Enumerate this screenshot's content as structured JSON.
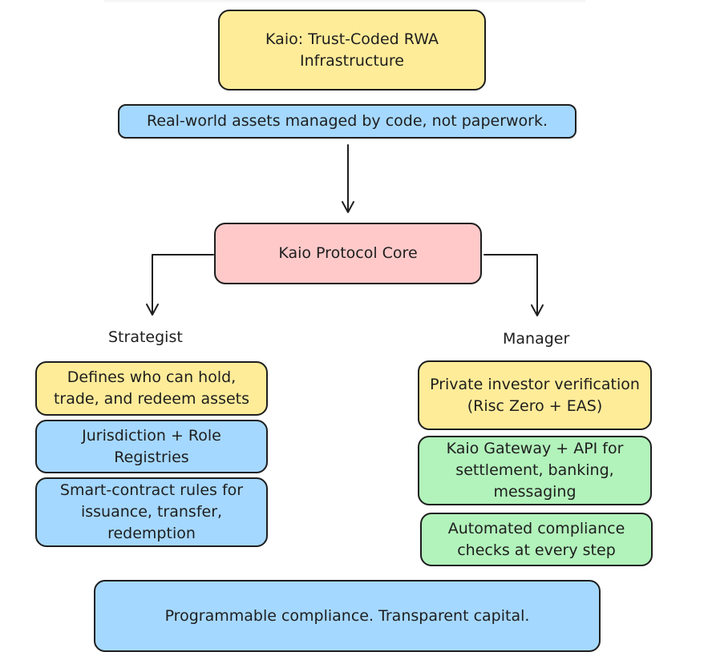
{
  "title": "Kaio: Trust-Coded RWA Infrastructure",
  "subtitle": "Real-world assets managed by code, not paperwork.",
  "core": "Kaio Protocol Core",
  "strategist": {
    "label": "Strategist",
    "items": [
      "Defines who can hold, trade, and redeem assets",
      "Jurisdiction + Role Registries",
      "Smart-contract rules for issuance, transfer, redemption"
    ]
  },
  "manager": {
    "label": "Manager",
    "items": [
      "Private investor verification (Risc Zero + EAS)",
      "Kaio Gateway + API for settlement, banking, messaging",
      "Automated compliance checks at every step"
    ]
  },
  "footer": "Programmable compliance. Transparent capital.",
  "colors": {
    "yellow": "#ffec99",
    "blue": "#a5d8ff",
    "pink": "#ffc9c9",
    "green": "#b2f2bb",
    "stroke": "#1e1e1e"
  }
}
